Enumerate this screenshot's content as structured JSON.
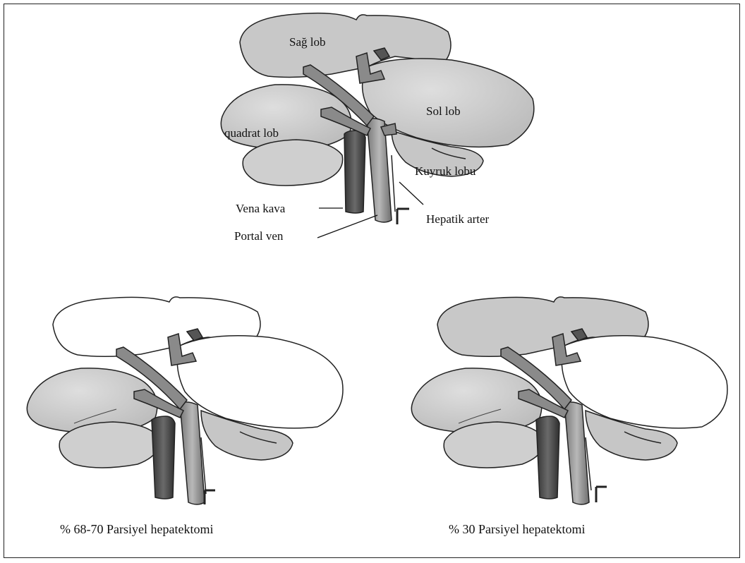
{
  "top_diagram": {
    "labels": {
      "right_lobe": "Sağ lob",
      "left_lobe": "Sol lob",
      "quadrate_lobe": "quadrat lob",
      "caudate_lobe": "Kuyruk lobu",
      "vena_cava": "Vena kava",
      "portal_vein": "Portal ven",
      "hepatic_artery": "Hepatik arter"
    }
  },
  "bottom_left": {
    "caption": "% 68-70 Parsiyel hepatektomi"
  },
  "bottom_right": {
    "caption": "% 30 Parsiyel hepatektomi"
  },
  "colors": {
    "lobe_gray": "#c4c4c4",
    "lobe_light": "#d9d9d9",
    "removed_white": "#ffffff",
    "vessel_dark": "#4a4a4a",
    "vessel_mid": "#8a8a8a",
    "outline": "#222222"
  }
}
